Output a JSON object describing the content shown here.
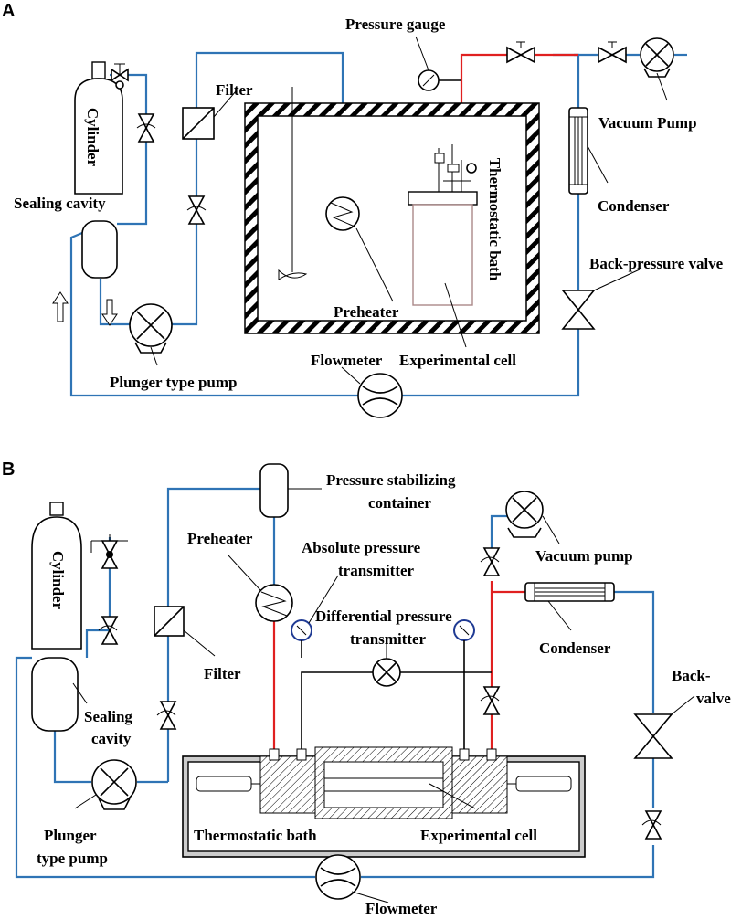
{
  "panels": {
    "a": {
      "letter": "A",
      "labels": {
        "pressure_gauge": "Pressure gauge",
        "filter": "Filter",
        "cylinder": "Cylinder",
        "vacuum_pump": "Vacuum Pump",
        "thermostatic_bath": "Thermostatic bath",
        "condenser": "Condenser",
        "sealing_cavity": "Sealing cavity",
        "back_pressure_valve": "Back-pressure valve",
        "preheater": "Preheater",
        "experimental_cell": "Experimental cell",
        "plunger_pump": "Plunger type pump",
        "flowmeter": "Flowmeter"
      }
    },
    "b": {
      "letter": "B",
      "labels": {
        "pressure_stabilizing_1": "Pressure stabilizing",
        "pressure_stabilizing_2": "container",
        "preheater": "Preheater",
        "absolute_pressure_1": "Absolute pressure",
        "absolute_pressure_2": "transmitter",
        "vacuum_pump": "Vacuum pump",
        "cylinder": "Cylinder",
        "differential_pressure_1": "Differential pressure",
        "differential_pressure_2": "transmitter",
        "condenser": "Condenser",
        "filter": "Filter",
        "back_valve_1": "Back-",
        "back_valve_2": "valve",
        "sealing_cavity_1": "Sealing",
        "sealing_cavity_2": "cavity",
        "thermostatic_bath": "Thermostatic bath",
        "experimental_cell": "Experimental cell",
        "plunger_pump_1": "Plunger",
        "plunger_pump_2": "type pump",
        "flowmeter": "Flowmeter"
      }
    }
  },
  "colors": {
    "gas_line": "#2f74b5",
    "heated_line": "#e02020",
    "gauge_ring": "#1f3a93",
    "cell_outline": "#a88"
  }
}
